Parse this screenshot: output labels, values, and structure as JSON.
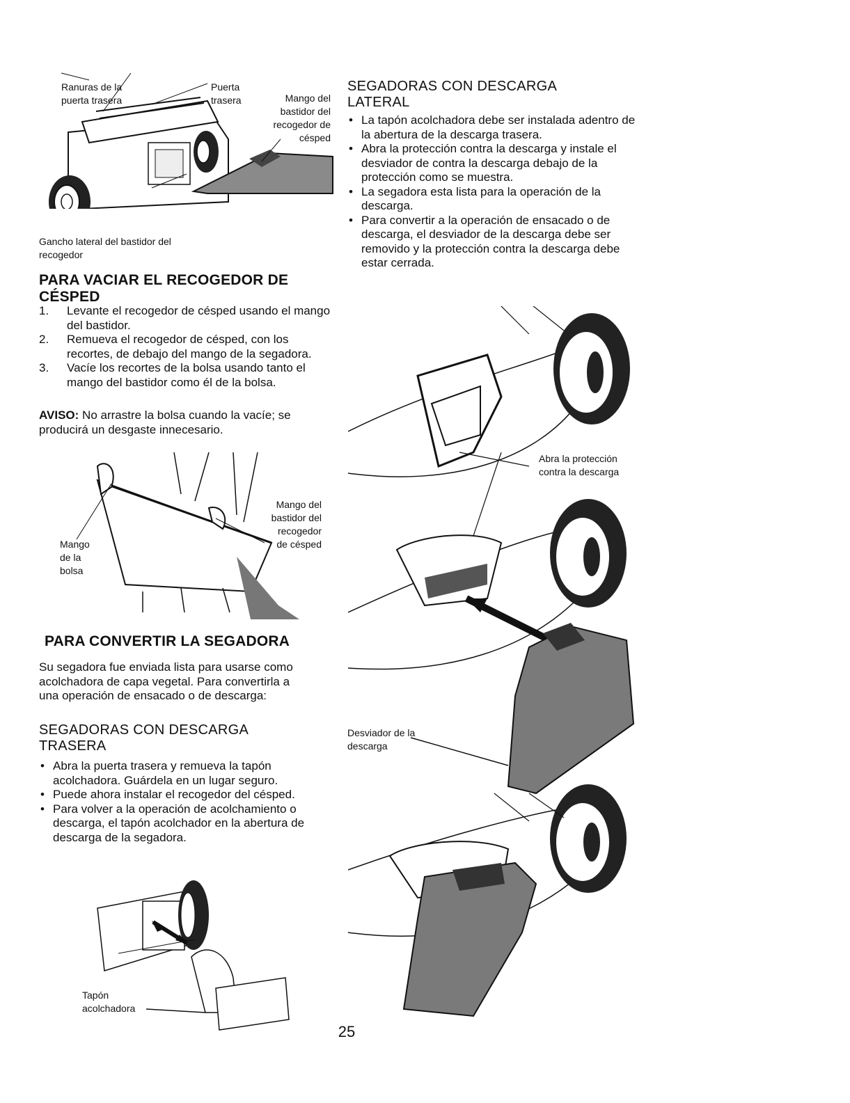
{
  "figure1": {
    "label_slots": "Ranuras de la puerta trasera",
    "label_door": "Puerta trasera",
    "label_handle": "Mango del bastidor del recogedor de césped",
    "label_hook": "Gancho lateral del bastidor del recogedor"
  },
  "empty_section": {
    "heading": "PARA VACIAR EL RECOGEDOR DE CÉSPED",
    "steps": [
      {
        "num": "1.",
        "text": "Levante el recogedor de césped usando el mango del bastidor."
      },
      {
        "num": "2.",
        "text": "Remueva el recogedor de césped, con los recortes, de debajo del mango de la segadora."
      },
      {
        "num": "3.",
        "text": "Vacíe los recortes de la bolsa usando tanto el mango del bastidor como él de la bolsa."
      }
    ],
    "notice_label": "AVISO:",
    "notice_text": "No arrastre la bolsa cuando la vacíe; se producirá un desgaste innecesario."
  },
  "figure2": {
    "label_bag_handle": "Mango de la bolsa",
    "label_frame_handle": "Mango del bastidor del recogedor de césped"
  },
  "convert_section": {
    "heading": "PARA CONVERTIR LA SEGADORA",
    "intro": "Su segadora fue enviada lista para usarse como acolchadora de capa vegetal. Para convertirla a una operación de ensacado o de descarga:",
    "rear_heading": "SEGADORAS CON DESCARGA TRASERA",
    "rear_bullets": [
      "Abra la puerta trasera y remueva la tapón acolchadora. Guárdela en un lugar seguro.",
      "Puede ahora instalar el recogedor del césped.",
      "Para volver a la operación de acolchamiento o descarga, el tapón acolchador en la abertura de descarga de la segadora."
    ]
  },
  "figure3": {
    "label_plug": "Tapón acolchadora"
  },
  "side_section": {
    "heading": "SEGADORAS CON DESCARGA LATERAL",
    "bullets": [
      "La tapón acolchadora debe ser instalada adentro de la abertura de la descarga trasera.",
      "Abra la protección contra la descarga y instale el desviador de contra la descarga debajo de la protección como se muestra.",
      "La segadora esta lista para la operación de la descarga.",
      "Para convertir a la operación de ensacado o de descarga, el desviador de la descarga debe ser removido y la protección contra la descarga debe estar cerrada."
    ]
  },
  "figure4": {
    "label_open_guard": "Abra la protección contra la descarga",
    "label_deflector": "Desviador de la descarga"
  },
  "page_number": "25"
}
